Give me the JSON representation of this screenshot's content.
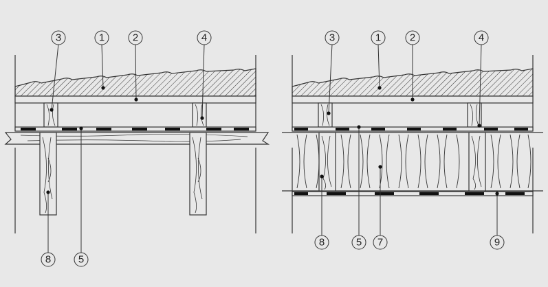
{
  "colors": {
    "background": "#e8e8e8",
    "line": "#333333",
    "membrane": "#111111"
  },
  "left_section": {
    "labels": [
      "3",
      "1",
      "2",
      "4",
      "8",
      "5"
    ]
  },
  "right_section": {
    "labels": [
      "3",
      "1",
      "2",
      "4",
      "8",
      "5",
      "7",
      "9"
    ]
  }
}
